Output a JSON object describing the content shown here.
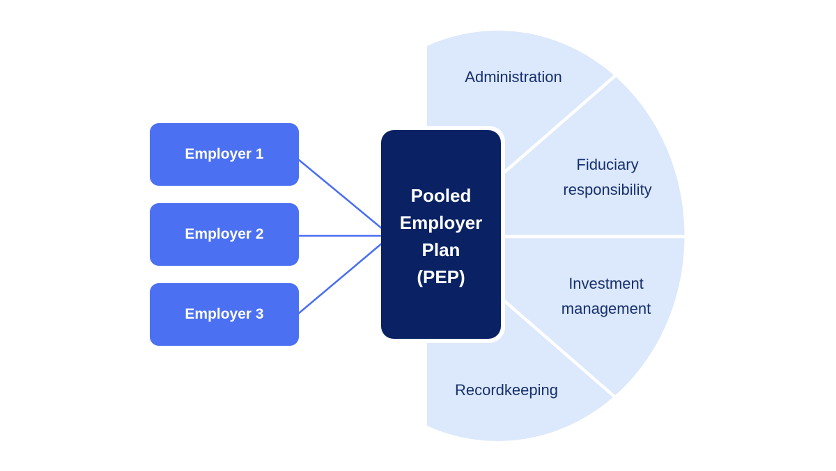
{
  "colors": {
    "background": "#ffffff",
    "employer_box": "#4b70f2",
    "connector": "#4a6ff0",
    "center_box": "#0a2264",
    "pie_fill": "#dce8fb",
    "pie_divider": "#ffffff",
    "label_text": "#16306e",
    "box_text": "#ffffff"
  },
  "employers": [
    {
      "label": "Employer 1"
    },
    {
      "label": "Employer 2"
    },
    {
      "label": "Employer 3"
    }
  ],
  "center_box": {
    "title": "Pooled Employer Plan (PEP)",
    "lines": [
      "Pooled",
      "Employer",
      "Plan",
      "(PEP)"
    ]
  },
  "services": [
    {
      "label": "Administration",
      "lines": [
        "Administration"
      ]
    },
    {
      "label": "Fiduciary responsibility",
      "lines": [
        "Fiduciary",
        "responsibility"
      ]
    },
    {
      "label": "Investment management",
      "lines": [
        "Investment",
        "management"
      ]
    },
    {
      "label": "Recordkeeping",
      "lines": [
        "Recordkeeping"
      ]
    }
  ]
}
